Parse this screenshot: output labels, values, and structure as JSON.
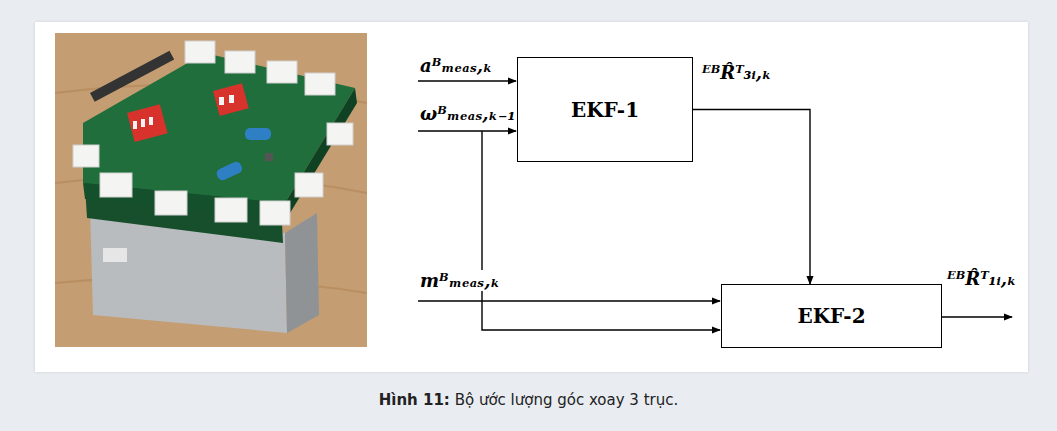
{
  "diagram": {
    "caption": "Hình 11: Bộ ước lượng góc xoay 3 trục.",
    "nodes": [
      {
        "text": [
          "EKF-1"
        ]
      },
      {
        "text": [
          "EKF-2"
        ]
      }
    ],
    "edges": [
      {
        "from": 0,
        "to": 1,
        "arrow": "to",
        "label": "ᴱᴮR̂ᵀ₃ᵢ,ₖ"
      }
    ],
    "labels": [
      "aᴮₘₑₐₛ,ₖ",
      "ωᴮₘₑₐₛ,ₖ₋₁",
      "mᴮₘₑₐₛ,ₖ",
      "ᴱᴮR̂ᵀ₁ᵢ,ₖ"
    ]
  }
}
